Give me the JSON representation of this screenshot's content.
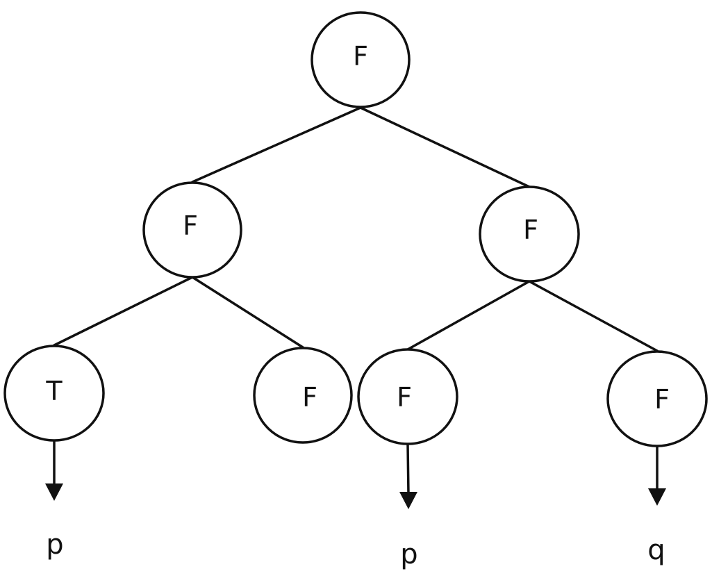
{
  "tree": {
    "root": "F",
    "level1": [
      "F",
      "F"
    ],
    "level2": [
      "T",
      "F",
      "F",
      "F"
    ]
  },
  "leaf_outputs": [
    "p",
    "p",
    "q"
  ]
}
